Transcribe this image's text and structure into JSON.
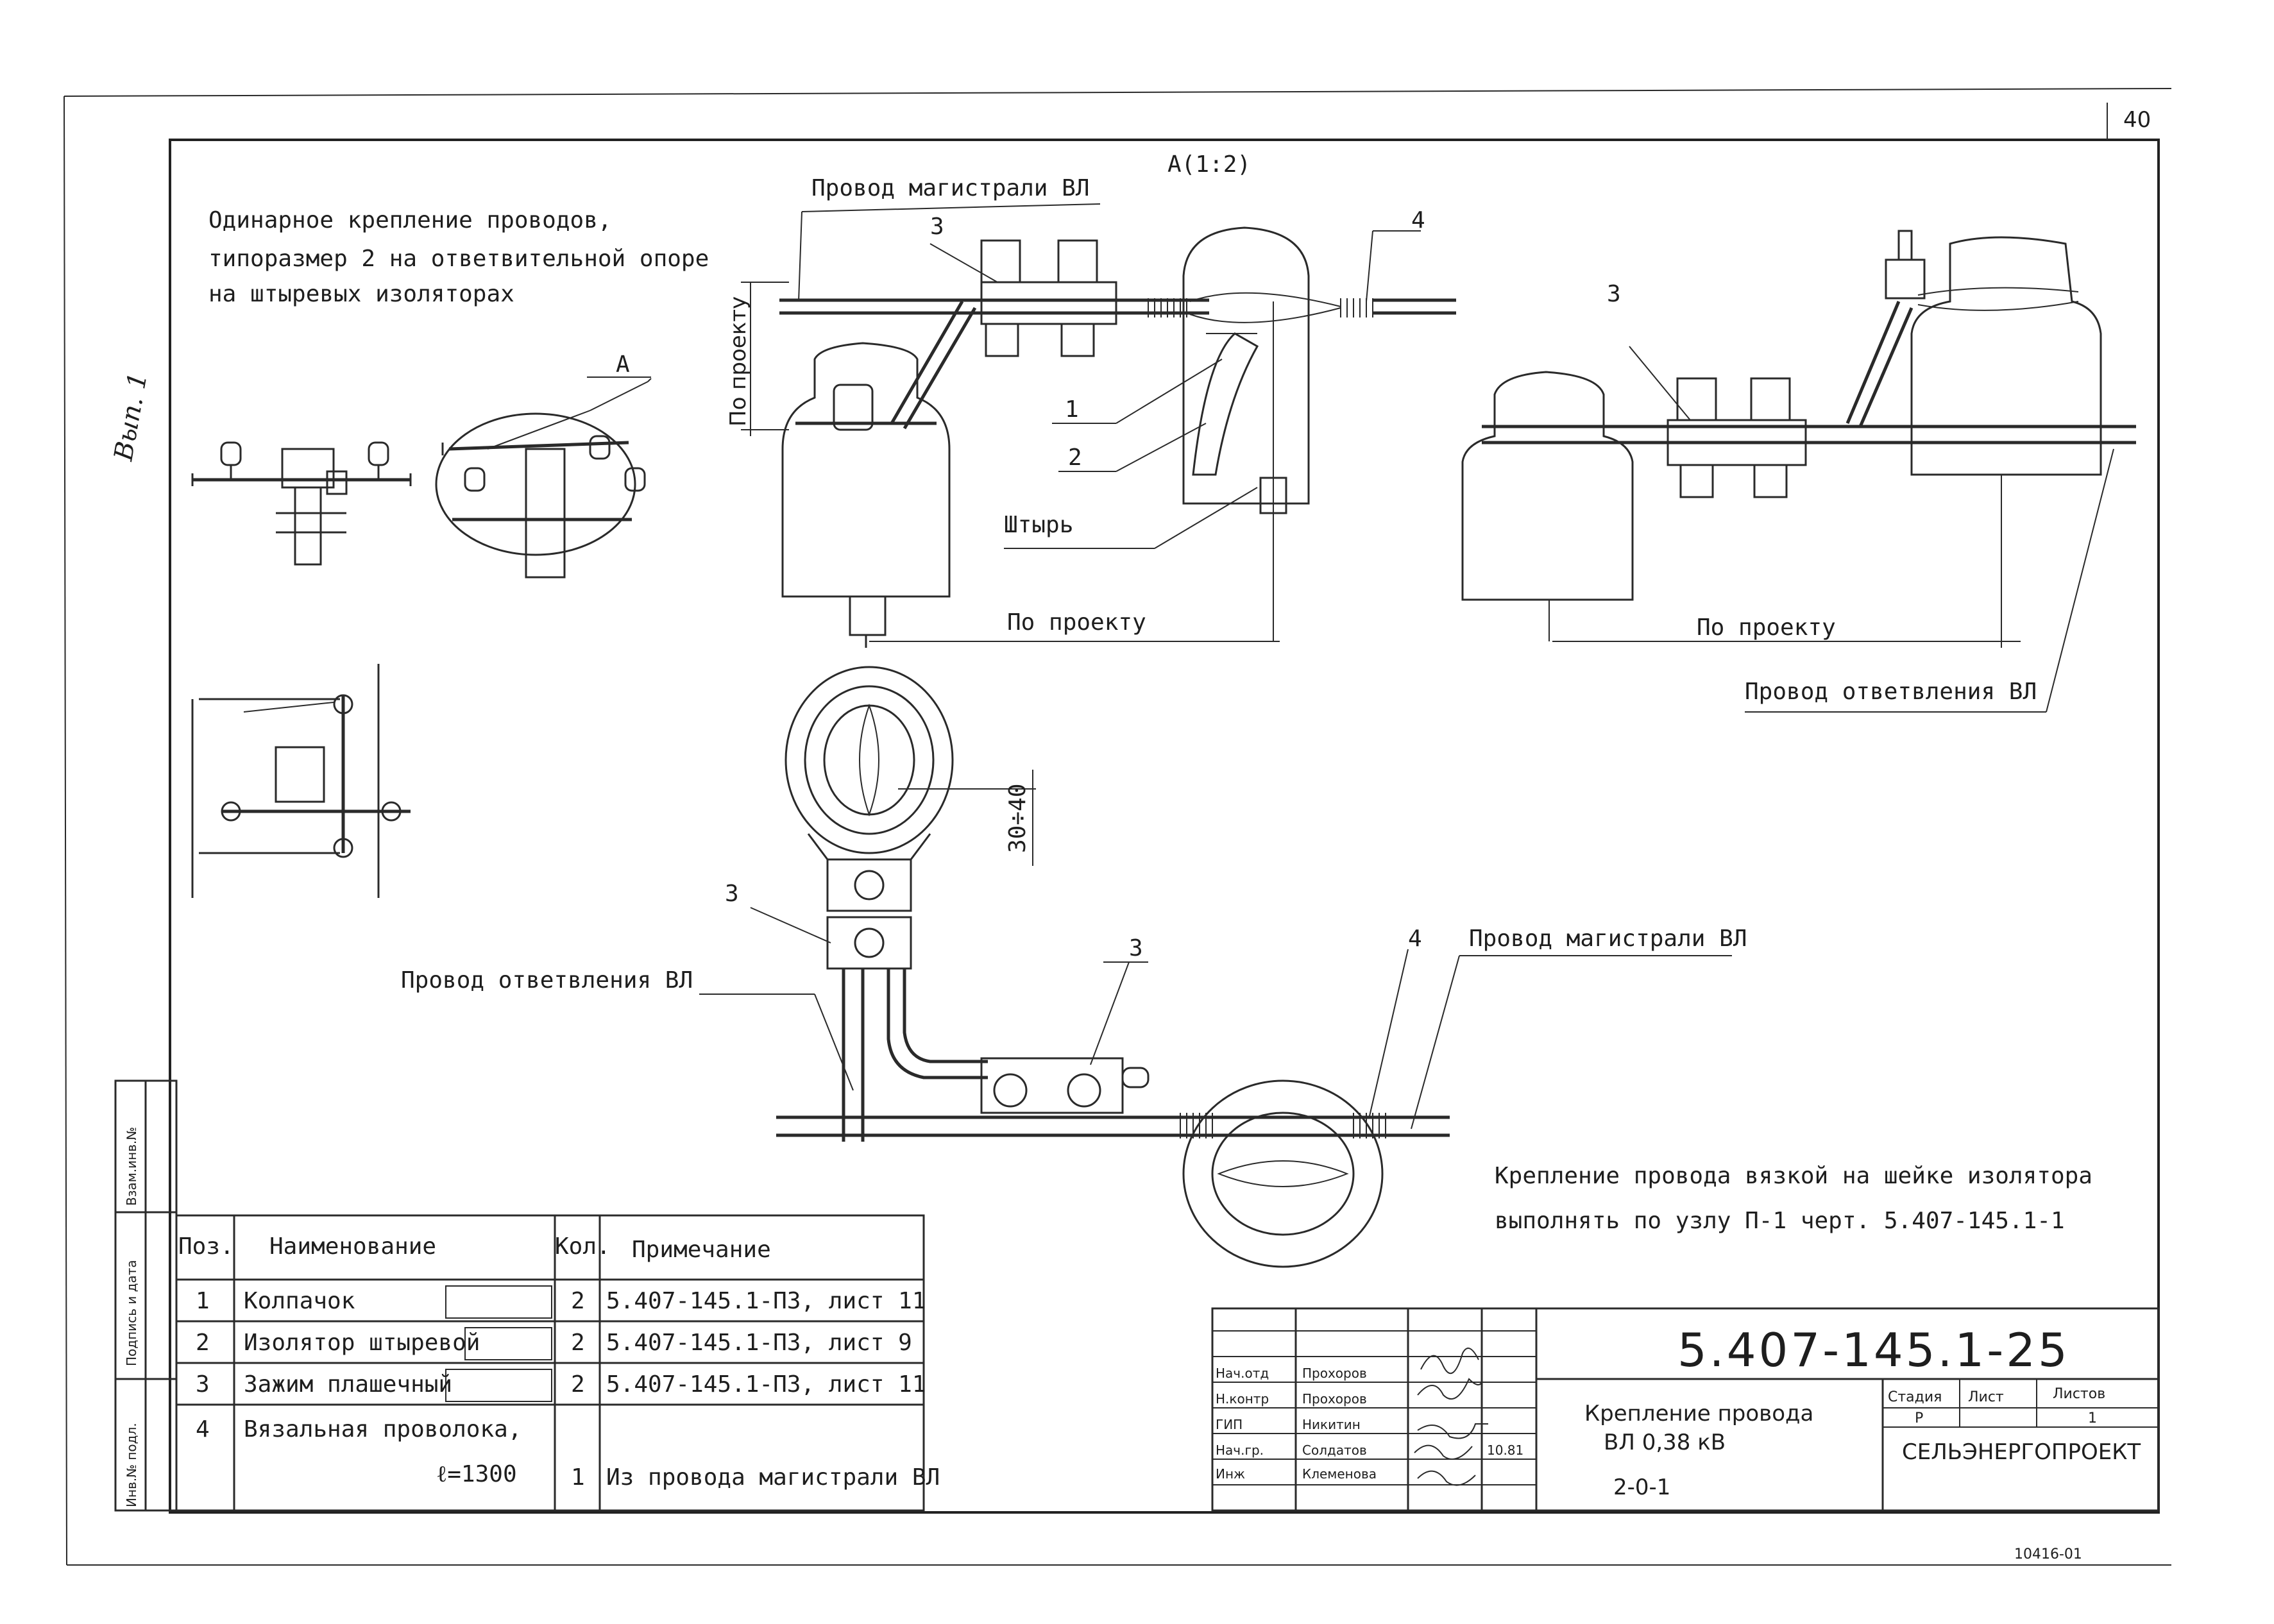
{
  "sheet": {
    "page_number": "40",
    "side_note": "Вып. 1",
    "view_label": "A(1:2)",
    "title_left": [
      "Одинарное крепление проводов,",
      "типоразмер 2 на ответвительной опоре",
      "на штыревых изоляторах"
    ],
    "binding_text": "Крепление провода вязкой на шейке изолятора",
    "binding_text2": "выполнять по узлу П-1 черт. 5.407-145.1-1",
    "side_stamps": [
      "Взам.инв.№",
      "Подпись и дата",
      "Инв.№ подл."
    ]
  },
  "labels": {
    "main_wire_top": "Провод магистрали ВЛ",
    "branch_wire_right": "Провод ответвления ВЛ",
    "branch_wire_mid": "Провод ответвления ВЛ",
    "main_wire_bottom": "Провод магистрали ВЛ",
    "pin": "Штырь",
    "per_project_vert": "По проекту",
    "per_project_1": "По проекту",
    "per_project_2": "По проекту",
    "dim_30_40": "30÷40",
    "detail_a": "А",
    "pos_3_top": "3",
    "pos_4_top": "4",
    "pos_1": "1",
    "pos_2": "2",
    "pos_3_right": "3",
    "pos_3_mid": "3",
    "pos_3_bottom": "3",
    "pos_4_bottom": "4"
  },
  "spec_table": {
    "headers": [
      "Поз.",
      "Наименование",
      "Кол.",
      "Примечание"
    ],
    "rows": [
      {
        "pos": "1",
        "name": "Колпачок",
        "qty": "2",
        "note": "5.407-145.1-ПЗ, лист 11"
      },
      {
        "pos": "2",
        "name": "Изолятор штыревой",
        "qty": "2",
        "note": "5.407-145.1-ПЗ, лист 9"
      },
      {
        "pos": "3",
        "name": "Зажим плашечный",
        "qty": "2",
        "note": "5.407-145.1-ПЗ, лист 11"
      },
      {
        "pos": "4",
        "name": "Вязальная проволока,",
        "name2": "ℓ=1300",
        "qty": "1",
        "note": "Из провода магистрали ВЛ"
      }
    ]
  },
  "title_block": {
    "code": "5.407-145.1-25",
    "title_line1": "Крепление провода",
    "title_line2": "ВЛ 0,38 кВ",
    "title_line3": "2-0-1",
    "stage_header": "Стадия",
    "sheet_header": "Лист",
    "sheets_header": "Листов",
    "stage": "Р",
    "sheets": "1",
    "org": "СЕЛЬЭНЕРГОПРОЕКТ",
    "people": [
      {
        "role": "Нач.отд",
        "name": "Прохоров"
      },
      {
        "role": "Н.контр",
        "name": "Прохоров"
      },
      {
        "role": "ГИП",
        "name": "Никитин"
      },
      {
        "role": "Нач.гр.",
        "name": "Солдатов",
        "date": "10.81"
      },
      {
        "role": "Инж",
        "name": "Клеменова"
      }
    ]
  },
  "footer_code": "10416-01"
}
